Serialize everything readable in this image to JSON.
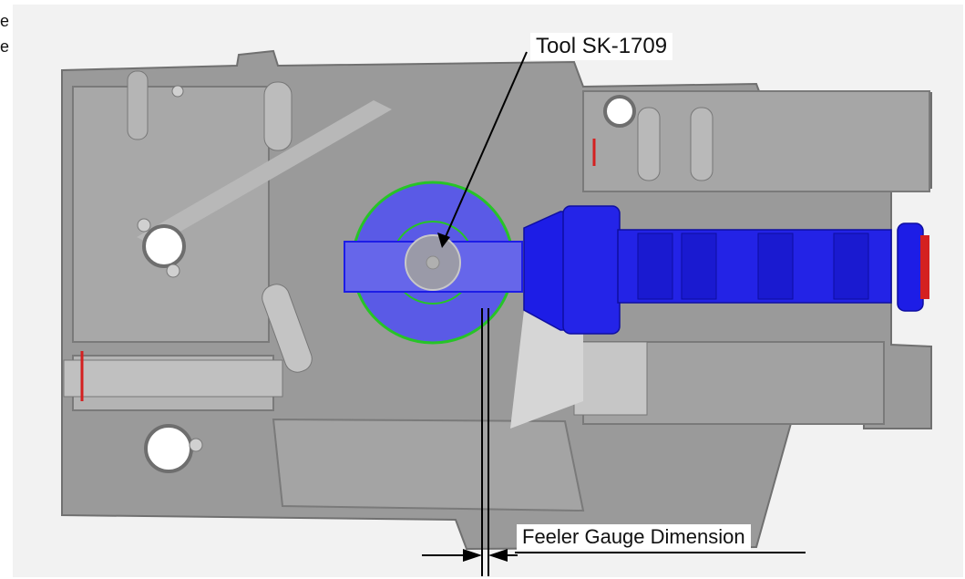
{
  "labels": {
    "tool": "Tool SK-1709",
    "feeler": "Feeler Gauge Dimension"
  },
  "left_edge_fragments": [
    "e",
    "e"
  ],
  "colors": {
    "housing": "#9a9a9a",
    "housing_dark": "#6e6e6e",
    "housing_light": "#bdbdbd",
    "tool_blue": "#5a5ae6",
    "shaft_blue": "#1d1de6",
    "ring_green": "#27c427",
    "end_red": "#d42020"
  },
  "icons": [
    "arrow-left-icon",
    "arrow-right-icon"
  ]
}
